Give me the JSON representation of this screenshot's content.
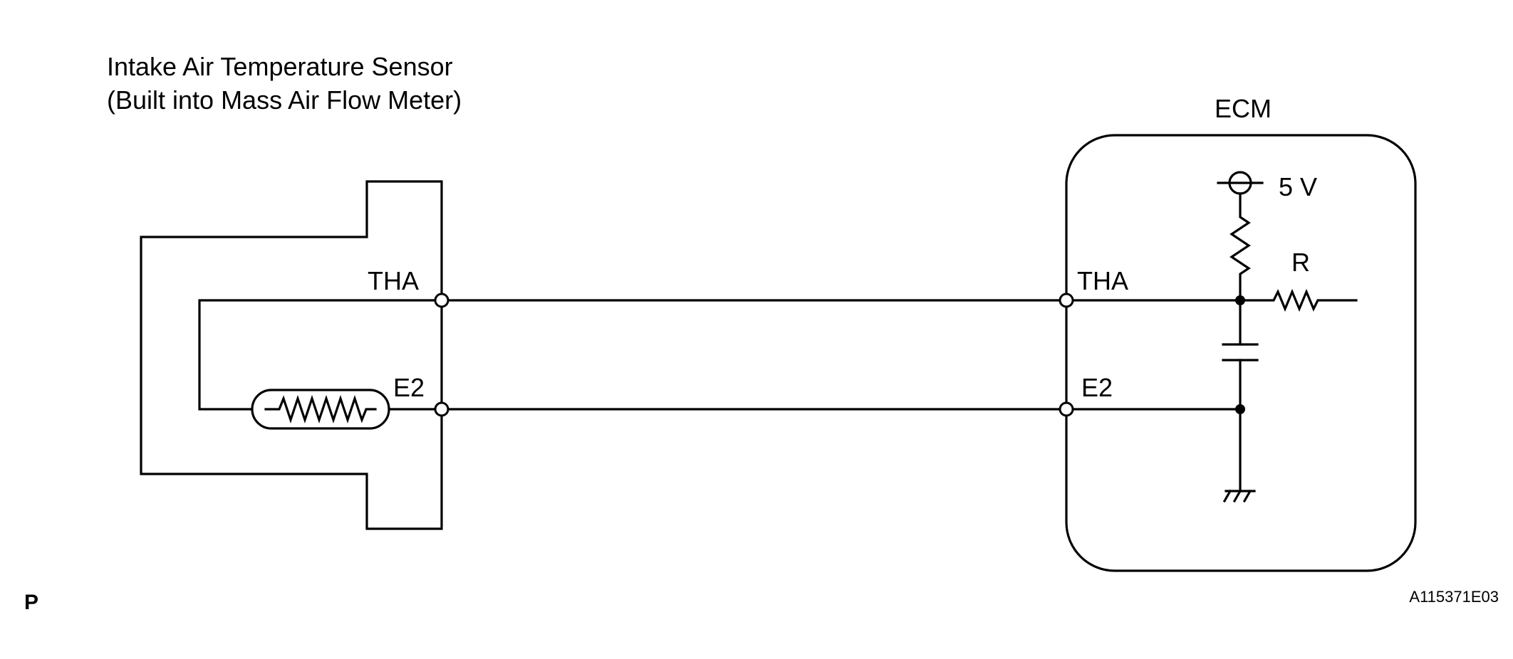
{
  "sensor": {
    "title_line1": "Intake Air Temperature Sensor",
    "title_line2": "(Built into Mass Air Flow Meter)",
    "pin_tha": "THA",
    "pin_e2": "E2"
  },
  "ecm": {
    "title": "ECM",
    "pin_tha": "THA",
    "pin_e2": "E2",
    "supply_label": "5 V",
    "resistor_label": "R"
  },
  "footer": {
    "left_code": "P",
    "figure_id": "A115371E03"
  },
  "colors": {
    "line": "#000000",
    "background": "#ffffff"
  }
}
